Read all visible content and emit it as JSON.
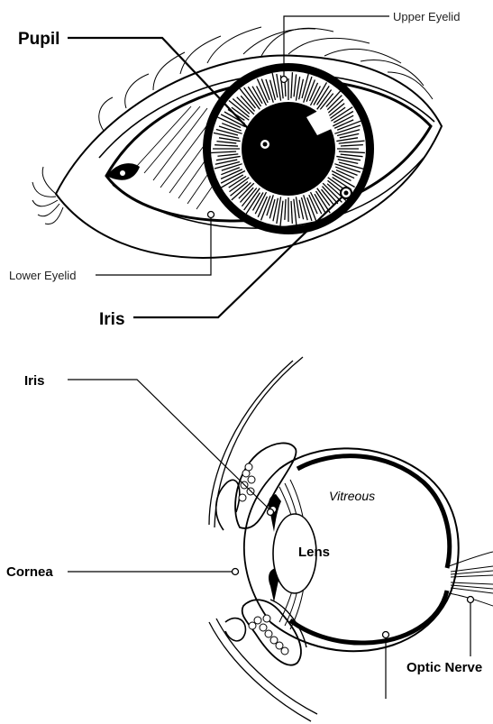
{
  "top_diagram": {
    "labels": {
      "pupil": "Pupil",
      "upper_eyelid": "Upper Eyelid",
      "lower_eyelid": "Lower Eyelid",
      "iris": "Iris"
    }
  },
  "bottom_diagram": {
    "labels": {
      "iris": "Iris",
      "vitreous": "Vitreous",
      "lens": "Lens",
      "cornea": "Cornea",
      "optic_nerve": "Optic Nerve"
    }
  }
}
